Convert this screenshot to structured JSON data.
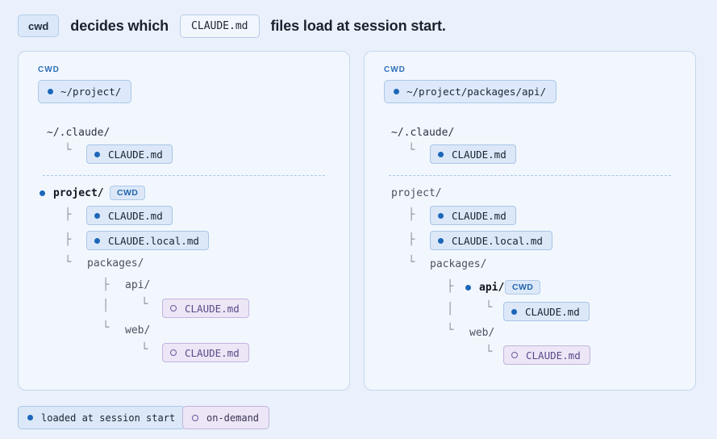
{
  "header": {
    "cwd_chip": "cwd",
    "text_a": "decides which",
    "file_chip": "CLAUDE.md",
    "text_b": "files load at session start."
  },
  "colors": {
    "loaded_accent": "#1c67b9",
    "ondemand_accent": "#6e5a9e",
    "background": "#eaf1fc"
  },
  "icons": {
    "loaded": "filled-dot-icon",
    "ondemand": "hollow-ring-icon",
    "branch_mid": "tree-tee-glyph",
    "branch_end": "tree-corner-glyph"
  },
  "left": {
    "cwd_label": "CWD",
    "cwd_path": "~/project/",
    "home_dir": "~/.claude/",
    "home_file": "CLAUDE.md",
    "project_dir": "project/",
    "cwd_badge": "CWD",
    "project_file_1": "CLAUDE.md",
    "project_file_2": "CLAUDE.local.md",
    "packages_dir": "packages/",
    "api_dir": "api/",
    "api_file": "CLAUDE.md",
    "web_dir": "web/",
    "web_file": "CLAUDE.md"
  },
  "right": {
    "cwd_label": "CWD",
    "cwd_path": "~/project/packages/api/",
    "home_dir": "~/.claude/",
    "home_file": "CLAUDE.md",
    "project_dir": "project/",
    "project_file_1": "CLAUDE.md",
    "project_file_2": "CLAUDE.local.md",
    "packages_dir": "packages/",
    "api_dir": "api/",
    "cwd_badge": "CWD",
    "api_file": "CLAUDE.md",
    "web_dir": "web/",
    "web_file": "CLAUDE.md"
  },
  "legend": {
    "loaded": "loaded at session start",
    "ondemand": "on-demand"
  }
}
